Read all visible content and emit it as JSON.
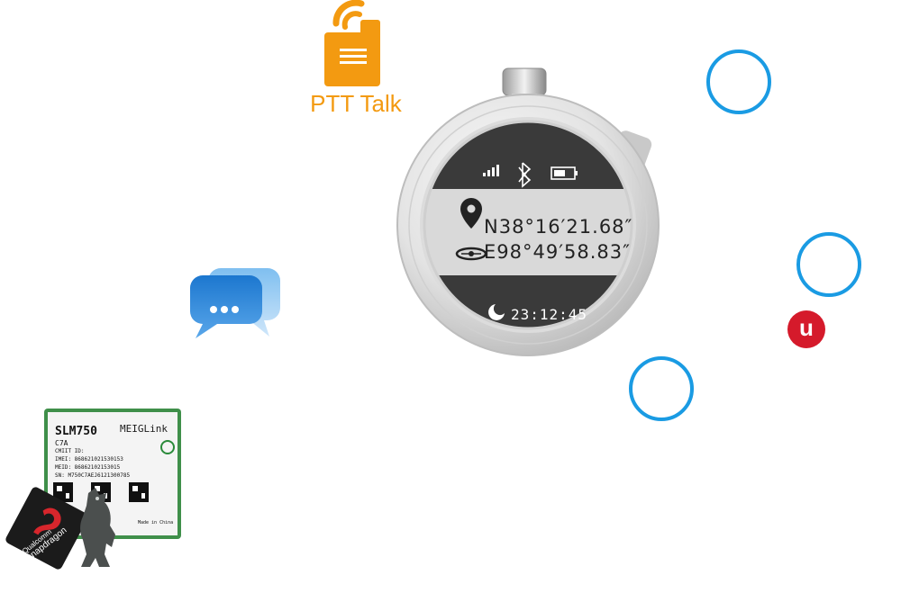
{
  "ptt": {
    "label": "PTT Talk",
    "color": "#f39a11"
  },
  "device": {
    "latitude": "N38°16′21.68″",
    "longitude": "E98°49′58.83″",
    "time": "23:12:45",
    "status_icons": [
      "signal-icon",
      "bluetooth-icon",
      "battery-icon"
    ]
  },
  "module": {
    "model": "SLM750",
    "variant": "C7A",
    "brand": "MEIGLink",
    "cmiit": "CMIIT ID:",
    "imei": "IMEI: 868621021530153",
    "meid": "MEID: 86862102153015",
    "sn": "SN: M750C7AEJ6121300785",
    "made_in": "Made in China",
    "chip_brand": "Qualcomm",
    "chip_line": "snapdragon"
  },
  "logos": {
    "ublox": "u"
  },
  "colors": {
    "accent_blue": "#1a9be3",
    "ptt_orange": "#f39a11",
    "ublox_red": "#d51a2b"
  }
}
